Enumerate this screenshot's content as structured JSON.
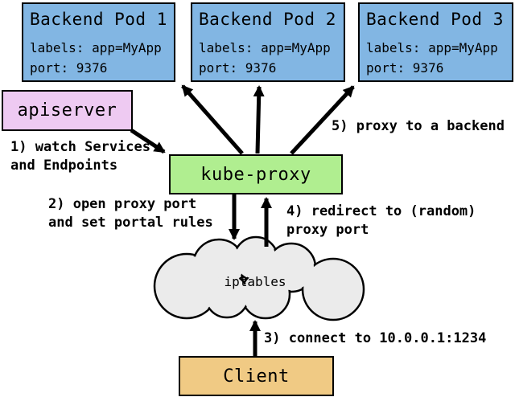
{
  "nodes": {
    "pods": [
      {
        "title": "Backend Pod 1",
        "lines": [
          "labels: app=MyApp",
          "port: 9376"
        ]
      },
      {
        "title": "Backend Pod 2",
        "lines": [
          "labels: app=MyApp",
          "port: 9376"
        ]
      },
      {
        "title": "Backend Pod 3",
        "lines": [
          "labels: app=MyApp",
          "port: 9376"
        ]
      }
    ],
    "apiserver": {
      "label": "apiserver"
    },
    "kube_proxy": {
      "label": "kube-proxy"
    },
    "iptables": {
      "label": "iptables"
    },
    "client": {
      "label": "Client"
    }
  },
  "annotations": {
    "step1": "1) watch Services\nand Endpoints",
    "step2": "2) open proxy port\nand set portal rules",
    "step3": "3) connect to 10.0.0.1:1234",
    "step4": "4) redirect to (random)\nproxy port",
    "step5": "5) proxy to a backend"
  },
  "colors": {
    "pod_fill": "#82b6e3",
    "apiserver_fill": "#eecaf2",
    "kube_proxy_fill": "#b0ee90",
    "client_fill": "#f0ca84",
    "cloud_fill": "#ebebeb",
    "outline": "#000000"
  }
}
